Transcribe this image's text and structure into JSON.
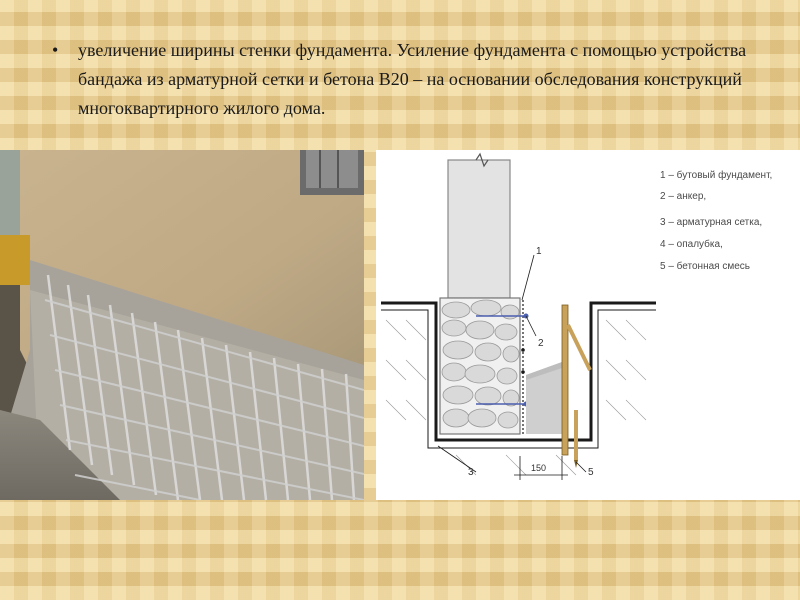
{
  "slide": {
    "bullet_symbol": "•",
    "text": "увеличение  ширины стенки фундамента. Усиление фундамента с помощью устройства бандажа из арматурной сетки и бетона В20 – на основании обследования конструкций многоквартирного жилого дома."
  },
  "photo": {
    "description_icon": "reinforcement-mesh-photo"
  },
  "diagram": {
    "callouts": [
      "1",
      "2",
      "3",
      "5"
    ],
    "dimension": "150",
    "legend": [
      "1 – бутовый фундамент,",
      "2 – анкер,",
      "3 – арматурная сетка,",
      "4 – опалубка,",
      "5 – бетонная смесь"
    ]
  },
  "colors": {
    "background": "#e9cf93",
    "diagram_wall": "#e3e3e3",
    "diagram_stone": "#dcdcdc",
    "diagram_stroke": "#1a1a1a",
    "concrete": "#cfcfcf",
    "formwork": "#c8a25a",
    "anchor": "#4a5fb0"
  }
}
